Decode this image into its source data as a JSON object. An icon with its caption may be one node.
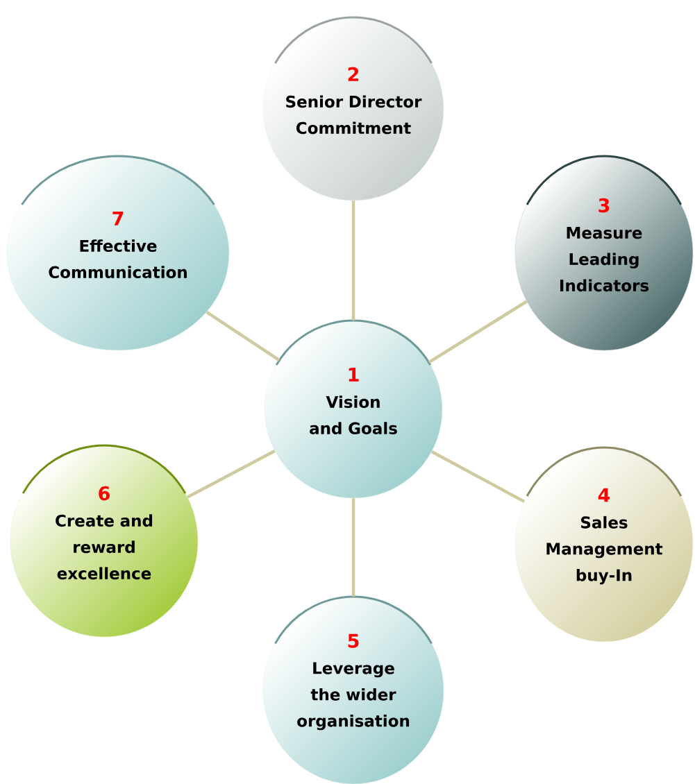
{
  "diagram": {
    "nodes": [
      {
        "text": [
          "1",
          "Vision and Goals"
        ]
      },
      {
        "text": [
          "2",
          "Senior Director Commitment"
        ]
      },
      {
        "text": [
          "3",
          "Measure Leading Indicators"
        ]
      },
      {
        "text": [
          "4",
          "Sales Management buy-In"
        ]
      },
      {
        "text": [
          "5",
          "Leverage the wider organisation"
        ]
      },
      {
        "text": [
          "6",
          "Create and reward excellence"
        ]
      },
      {
        "text": [
          "7",
          "Effective Communication"
        ]
      }
    ],
    "edges": [
      {
        "from": 0,
        "to": 1,
        "arrow": "none"
      },
      {
        "from": 0,
        "to": 2,
        "arrow": "none"
      },
      {
        "from": 0,
        "to": 3,
        "arrow": "none"
      },
      {
        "from": 0,
        "to": 4,
        "arrow": "none"
      },
      {
        "from": 0,
        "to": 5,
        "arrow": "none"
      },
      {
        "from": 0,
        "to": 6,
        "arrow": "none"
      }
    ]
  }
}
